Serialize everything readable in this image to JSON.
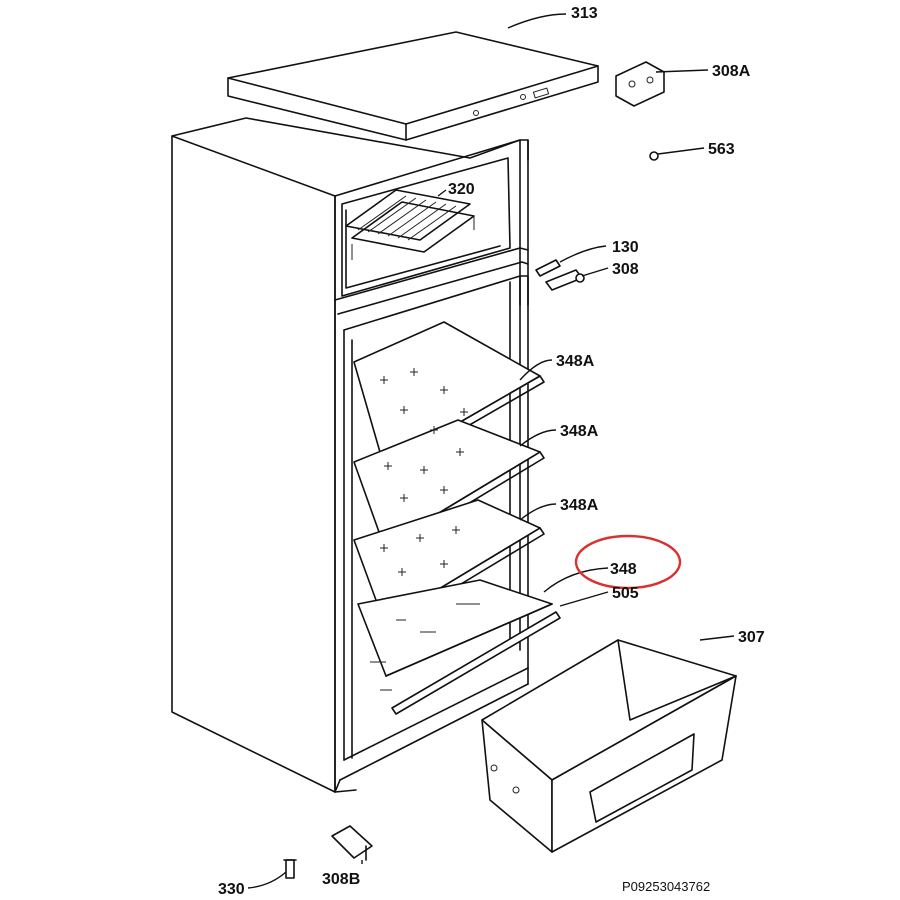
{
  "parts": [
    {
      "id": "p313",
      "label": "313"
    },
    {
      "id": "p308A",
      "label": "308A"
    },
    {
      "id": "p563",
      "label": "563"
    },
    {
      "id": "p320",
      "label": "320"
    },
    {
      "id": "p130",
      "label": "130"
    },
    {
      "id": "p308",
      "label": "308"
    },
    {
      "id": "p348A_1",
      "label": "348A"
    },
    {
      "id": "p348A_2",
      "label": "348A"
    },
    {
      "id": "p348A_3",
      "label": "348A"
    },
    {
      "id": "p348",
      "label": "348",
      "highlighted": true
    },
    {
      "id": "p505",
      "label": "505"
    },
    {
      "id": "p307",
      "label": "307"
    },
    {
      "id": "p330",
      "label": "330"
    },
    {
      "id": "p308B",
      "label": "308B"
    }
  ],
  "reference_code": "P09253043762",
  "highlight_color": "#d93030"
}
